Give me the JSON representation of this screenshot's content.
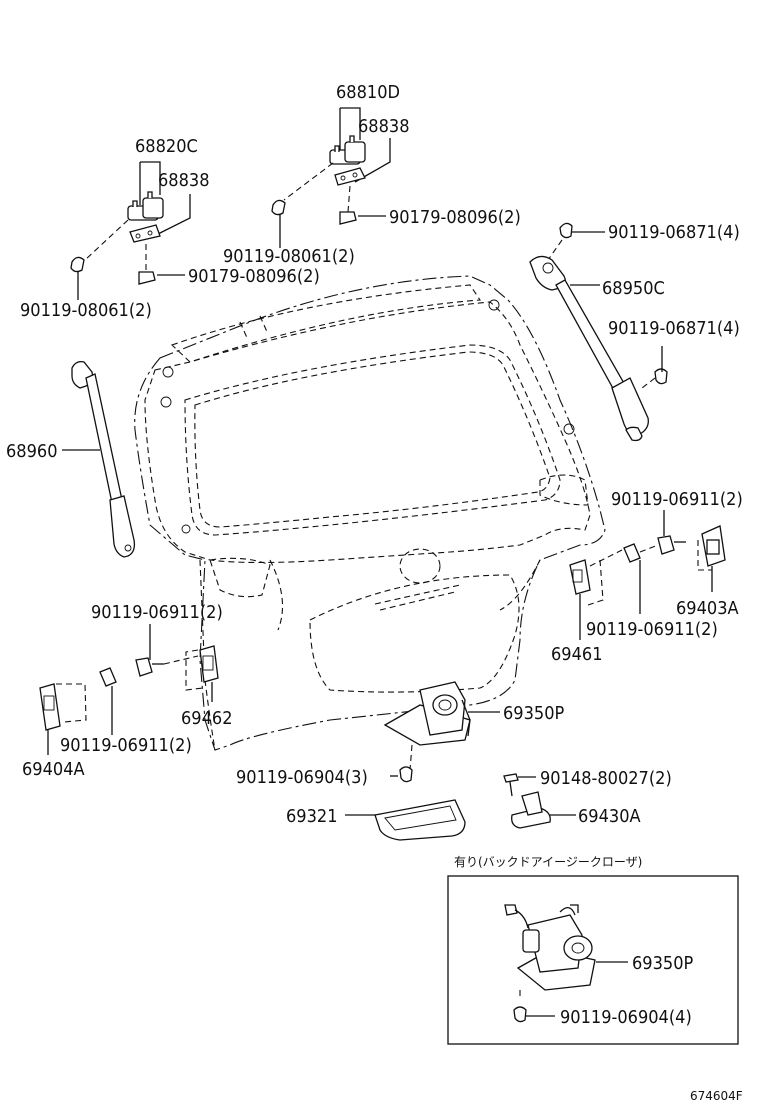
{
  "labels": {
    "p68810D": "68810D",
    "p68838_top": "68838",
    "p68820C": "68820C",
    "p68838_left": "68838",
    "p90179_08096_top": "90179-08096(2)",
    "p90119_08061_mid": "90119-08061(2)",
    "p90179_08096_left": "90179-08096(2)",
    "p90119_08061_left": "90119-08061(2)",
    "p90119_06871_top": "90119-06871(4)",
    "p68950C": "68950C",
    "p90119_06871_mid": "90119-06871(4)",
    "p68960": "68960",
    "p90119_06911_right": "90119-06911(2)",
    "p69403A": "69403A",
    "p90119_06911_right2": "90119-06911(2)",
    "p69461": "69461",
    "p90119_06911_left": "90119-06911(2)",
    "p69462": "69462",
    "p69350P": "69350P",
    "p90119_06911_left2": "90119-06911(2)",
    "p69404A": "69404A",
    "p90119_06904_3": "90119-06904(3)",
    "p90148_80027": "90148-80027(2)",
    "p69321": "69321",
    "p69430A": "69430A",
    "inset_title": "有り(バックドアイージークローザ)",
    "p69350P_inset": "69350P",
    "p90119_06904_4": "90119-06904(4)",
    "diagram_code": "674604F"
  }
}
